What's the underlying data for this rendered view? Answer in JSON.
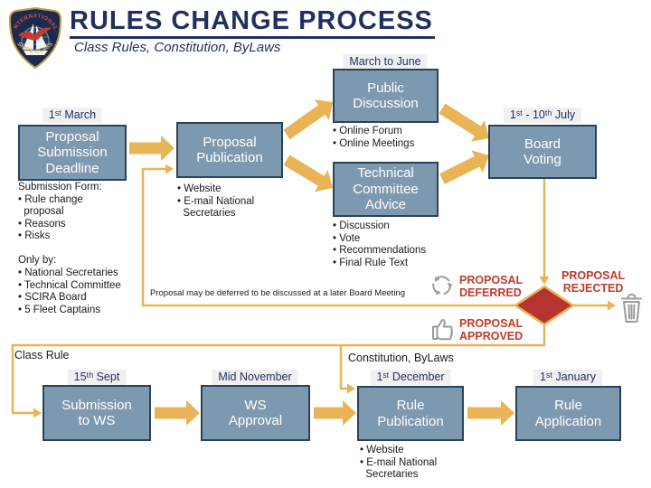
{
  "header": {
    "title": "RULES CHANGE PROCESS",
    "subtitle": "Class Rules, Constitution, ByLaws",
    "logo_top": "INTERNATIONAL",
    "logo_bottom": "SNIPE CLASS"
  },
  "colors": {
    "navy": "#22305f",
    "box_fill": "#7d99af",
    "box_border": "#2c4156",
    "box_text": "#ffffff",
    "arrow": "#e9b456",
    "diamond": "#b5352e",
    "red": "#c13a2c",
    "label_bg": "#f0f0f0",
    "icon_gray": "#9b9b9b",
    "text": "#1a1a1a"
  },
  "process": {
    "proposal_submission": {
      "label": "Proposal\nSubmission\nDeadline",
      "date": "1ˢᵗ March",
      "note": "Submission Form:\n• Rule change\n  proposal\n• Reasons\n• Risks\n\nOnly by:\n• National Secretaries\n• Technical Committee\n• SCIRA Board\n• 5 Fleet Captains"
    },
    "proposal_publication": {
      "label": "Proposal\nPublication",
      "note": "• Website\n• E-mail National\n  Secretaries"
    },
    "public_discussion": {
      "label": "Public\nDiscussion",
      "date": "March to June",
      "note": "• Online Forum\n• Online Meetings"
    },
    "technical_committee": {
      "label": "Technical\nCommittee\nAdvice",
      "note": "• Discussion\n• Vote\n• Recommendations\n• Final Rule Text"
    },
    "board_voting": {
      "label": "Board\nVoting",
      "date": "1ˢᵗ - 10ᵗʰ July"
    },
    "submission_ws": {
      "label": "Submission\nto WS",
      "date": "15ᵗʰ Sept"
    },
    "ws_approval": {
      "label": "WS\nApproval",
      "date": "Mid November"
    },
    "rule_publication": {
      "label": "Rule\nPublication",
      "date": "1ˢᵗ December",
      "note": "• Website\n• E-mail National\n  Secretaries"
    },
    "rule_application": {
      "label": "Rule\nApplication",
      "date": "1ˢᵗ January"
    }
  },
  "decision": {
    "deferred_label": "PROPOSAL\nDEFERRED",
    "rejected_label": "PROPOSAL\nREJECTED",
    "approved_label": "PROPOSAL\nAPPROVED",
    "deferred_note": "Proposal may be deferred to be discussed at a later Board Meeting"
  },
  "branches": {
    "class_rule": "Class Rule",
    "constitution": "Constitution, ByLaws"
  }
}
